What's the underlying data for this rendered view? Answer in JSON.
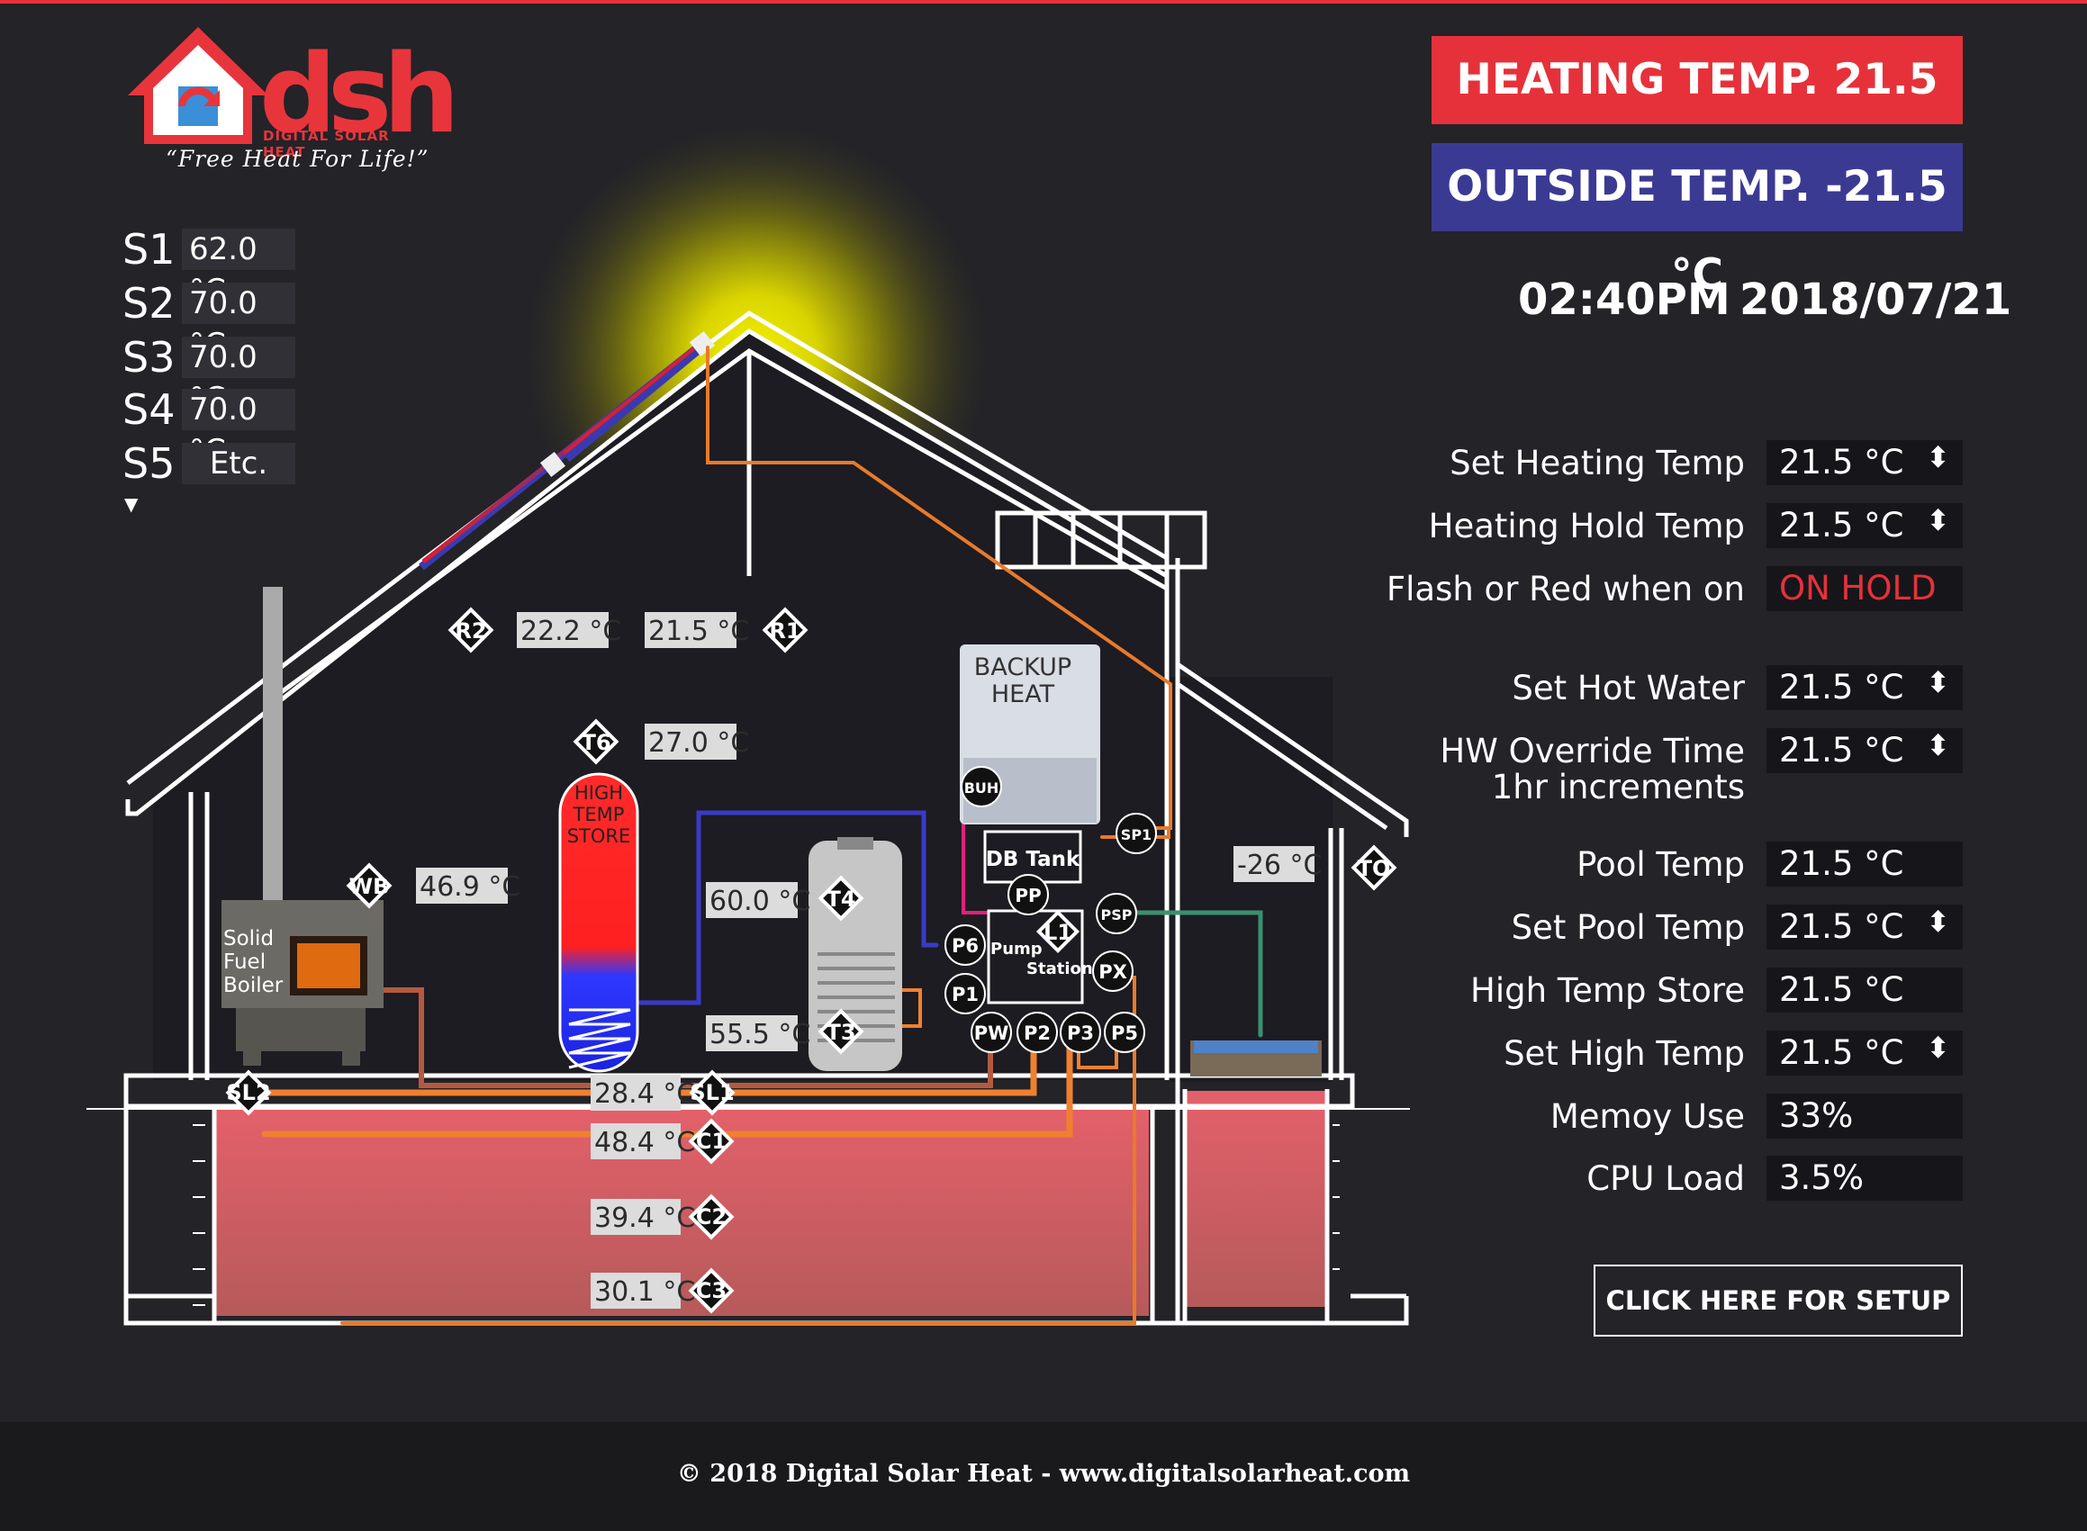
{
  "brand": {
    "logo_text": "dsh",
    "logo_sub": "DIGITAL SOLAR HEAT",
    "tagline": "“Free Heat For Life!”"
  },
  "sensors": [
    {
      "label": "S1",
      "value": "62.0 °C"
    },
    {
      "label": "S2",
      "value": "70.0 °C"
    },
    {
      "label": "S3",
      "value": "70.0 °C"
    },
    {
      "label": "S4",
      "value": "70.0 °C"
    },
    {
      "label": "S5",
      "value": "Etc."
    }
  ],
  "sensors_more_icon": "triangle-down-icon",
  "banners": {
    "heating": "HEATING TEMP. 21.5 °C",
    "outside": "OUTSIDE TEMP. -21.5 °C",
    "heating_color": "#e6313a",
    "outside_color": "#3b3a93"
  },
  "clock": {
    "time": "02:40PM",
    "date": "2018/07/21"
  },
  "settings": {
    "set_heating": {
      "label": "Set Heating Temp",
      "value": "21.5 °C",
      "spin": "⬍"
    },
    "heating_hold": {
      "label": "Heating Hold Temp",
      "value": "21.5 °C",
      "spin": "⬍"
    },
    "flash": {
      "label": "Flash or Red when on",
      "value": "ON HOLD"
    },
    "set_hot_water": {
      "label": "Set Hot Water",
      "value": "21.5 °C",
      "spin": "⬍"
    },
    "hw_override": {
      "label": "HW Override Time",
      "label2": "1hr increments",
      "value": "21.5 °C",
      "spin": "⬍"
    },
    "pool_temp": {
      "label": "Pool Temp",
      "value": "21.5 °C"
    },
    "set_pool": {
      "label": "Set Pool Temp",
      "value": "21.5 °C",
      "spin": "⬍"
    },
    "high_store": {
      "label": "High Temp Store",
      "value": "21.5 °C"
    },
    "set_high": {
      "label": "Set High Temp",
      "value": "21.5 °C",
      "spin": "⬍"
    },
    "memory": {
      "label": "Memoy Use",
      "value": "33%"
    },
    "cpu": {
      "label": "CPU Load",
      "value": "3.5%"
    }
  },
  "setup_button": "CLICK HERE FOR SETUP",
  "diagram": {
    "attic_left": "22.2 °C",
    "attic_right": "21.5 °C",
    "t6_value": "27.0 °C",
    "wb_value": "46.9 °C",
    "t4_value": "60.0 °C",
    "t3_value": "55.5 °C",
    "to_value": "-26 °C",
    "sl_value": "28.4 °C",
    "c1_value": "48.4 °C",
    "c2_value": "39.4 °C",
    "c3_value": "30.1 °C",
    "backup_heat_line1": "BACKUP",
    "backup_heat_line2": "HEAT",
    "store_line1": "HIGH",
    "store_line2": "TEMP",
    "store_line3": "STORE",
    "boiler_line1": "Solid",
    "boiler_line2": "Fuel",
    "boiler_line3": "Boiler",
    "db_tank": "DB Tank",
    "pump_station_line1": "Pump",
    "pump_station_line2": "Station",
    "tags": {
      "r1": "R1",
      "r2": "R2",
      "t6": "T6",
      "t4": "T4",
      "t3": "T3",
      "wb": "WB",
      "to": "TO",
      "sl1": "SL1",
      "sl2": "SL2",
      "c1": "C1",
      "c2": "C2",
      "c3": "C3",
      "l1": "L1",
      "buh": "BUH",
      "sp1": "SP1",
      "pp": "PP",
      "psp": "PSP",
      "p6": "P6",
      "p1": "P1",
      "px": "PX",
      "pw": "PW",
      "p2": "P2",
      "p3": "P3",
      "p5": "P5"
    }
  },
  "footer": "© 2018 Digital Solar Heat - www.digitalsolarheat.com"
}
